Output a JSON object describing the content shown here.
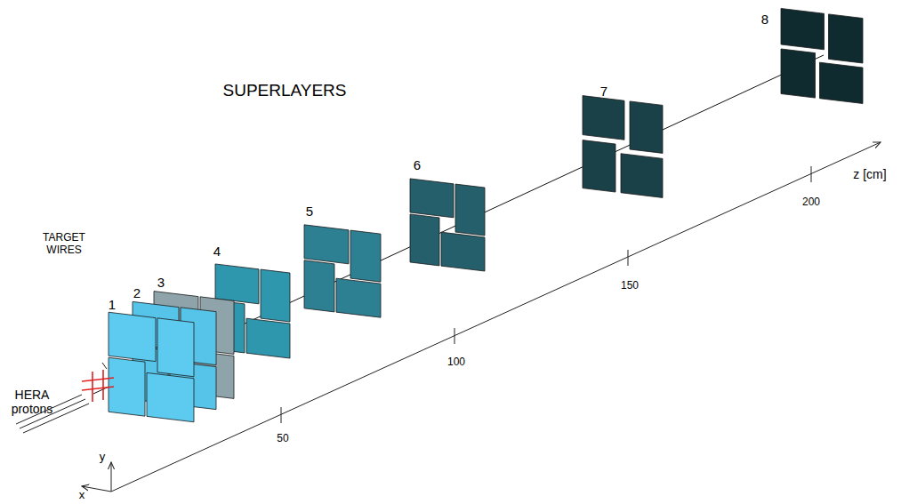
{
  "diagram": {
    "title": "SUPERLAYERS",
    "labels": [
      "TARGET WIRES",
      "HERA protons",
      "1",
      "2",
      "3",
      "4",
      "5",
      "6",
      "7",
      "8",
      "z [cm]",
      "50",
      "100",
      "150",
      "200",
      "y",
      "x"
    ]
  }
}
